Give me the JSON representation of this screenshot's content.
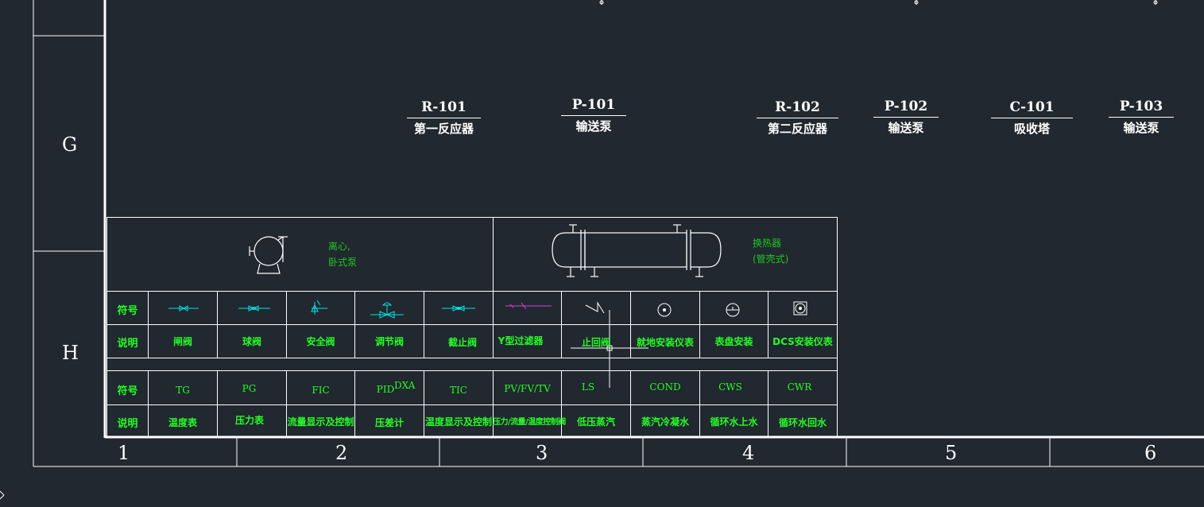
{
  "zones": {
    "g": "G",
    "h": "H"
  },
  "columns": [
    "1",
    "2",
    "3",
    "4",
    "5",
    "6"
  ],
  "equipment": [
    {
      "tag": "R-101",
      "name": "第一反应器"
    },
    {
      "tag": "P-101",
      "name": "输送泵"
    },
    {
      "tag": "R-102",
      "name": "第二反应器"
    },
    {
      "tag": "P-102",
      "name": "输送泵"
    },
    {
      "tag": "C-101",
      "name": "吸收塔"
    },
    {
      "tag": "P-103",
      "name": "输送泵"
    }
  ],
  "legend": {
    "pump": {
      "line1": "离心,",
      "line2": "卧式泵"
    },
    "exchanger": {
      "line1": "换热器",
      "line2": "(管壳式)"
    }
  },
  "table": {
    "symbol_label": "符号",
    "desc_label": "说明",
    "row1_desc": [
      "闸阀",
      "球阀",
      "安全阀",
      "调节阀",
      "截止阀",
      "Y型过滤器",
      "止回阀",
      "就地安装仪表",
      "表盘安装",
      "DCS安装仪表"
    ],
    "row2_codes": [
      "TG",
      "PG",
      "FIC",
      "PID",
      "TIC",
      "PV/FV/TV",
      "LS",
      "COND",
      "CWS",
      "CWR"
    ],
    "row2_desc": [
      "温度表",
      "压力表",
      "流量显示及控制",
      "压差计",
      "温度显示及控制",
      "压力/流量/温度控制阀",
      "低压蒸汽",
      "蒸汽冷凝水",
      "循环水上水",
      "循环水回水"
    ],
    "overlap_text": "DXA"
  },
  "colors": {
    "background": "#212830",
    "line": "#ffffff",
    "text_green": "#22ff22",
    "cyan": "#00e5e5",
    "magenta": "#d040d0"
  }
}
